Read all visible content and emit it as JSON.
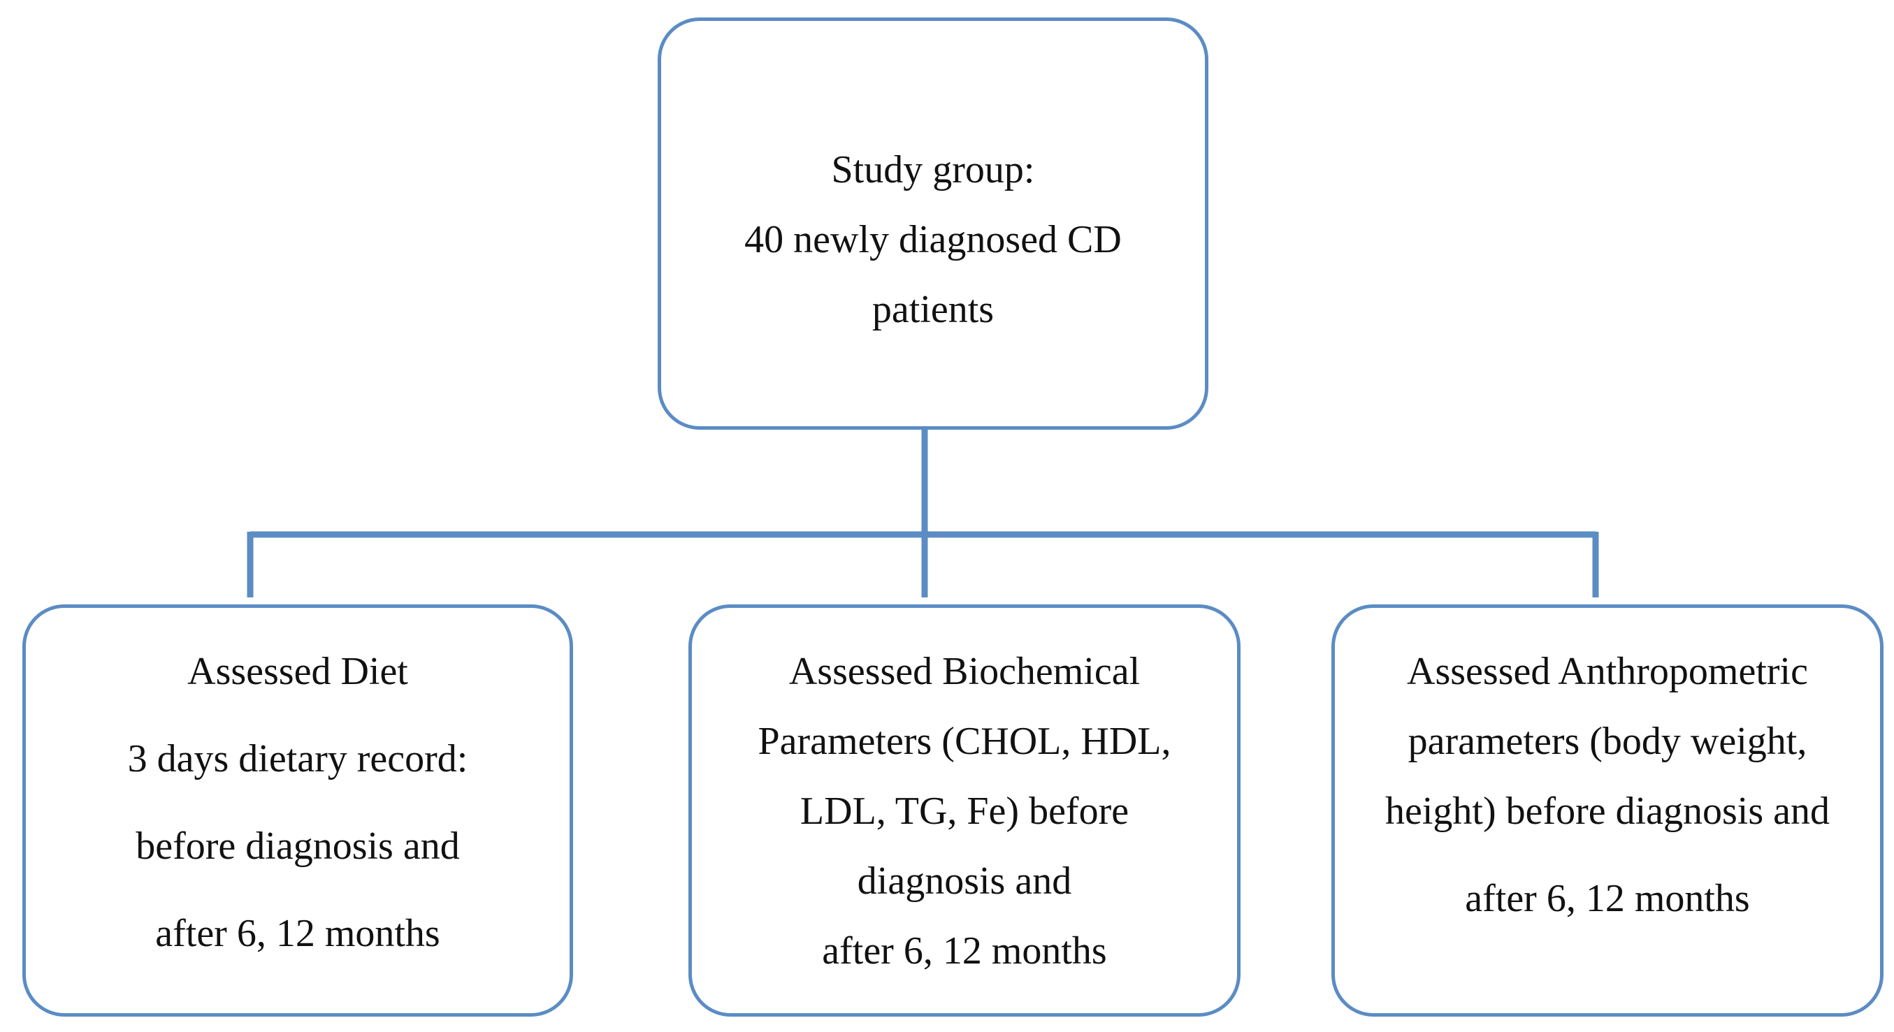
{
  "colors": {
    "border": "#5b8cc4",
    "text": "#111111",
    "background": "#ffffff"
  },
  "nodes": {
    "study_group": {
      "lines": [
        "Study group:",
        "40 newly diagnosed CD",
        "patients"
      ]
    },
    "diet": {
      "lines": [
        "Assessed Diet",
        "3 days dietary record:",
        "before diagnosis and",
        "after 6, 12 months"
      ]
    },
    "biochemical": {
      "lines": [
        "Assessed Biochemical",
        "Parameters (CHOL, HDL,",
        "LDL, TG, Fe) before",
        "diagnosis and",
        "after 6, 12 months"
      ]
    },
    "anthropometric": {
      "lines": [
        "Assessed Anthropometric",
        "parameters (body weight,",
        "height) before diagnosis and",
        "after 6, 12 months"
      ]
    }
  },
  "edges": [
    {
      "from": "study_group",
      "to": "diet"
    },
    {
      "from": "study_group",
      "to": "biochemical"
    },
    {
      "from": "study_group",
      "to": "anthropometric"
    }
  ]
}
